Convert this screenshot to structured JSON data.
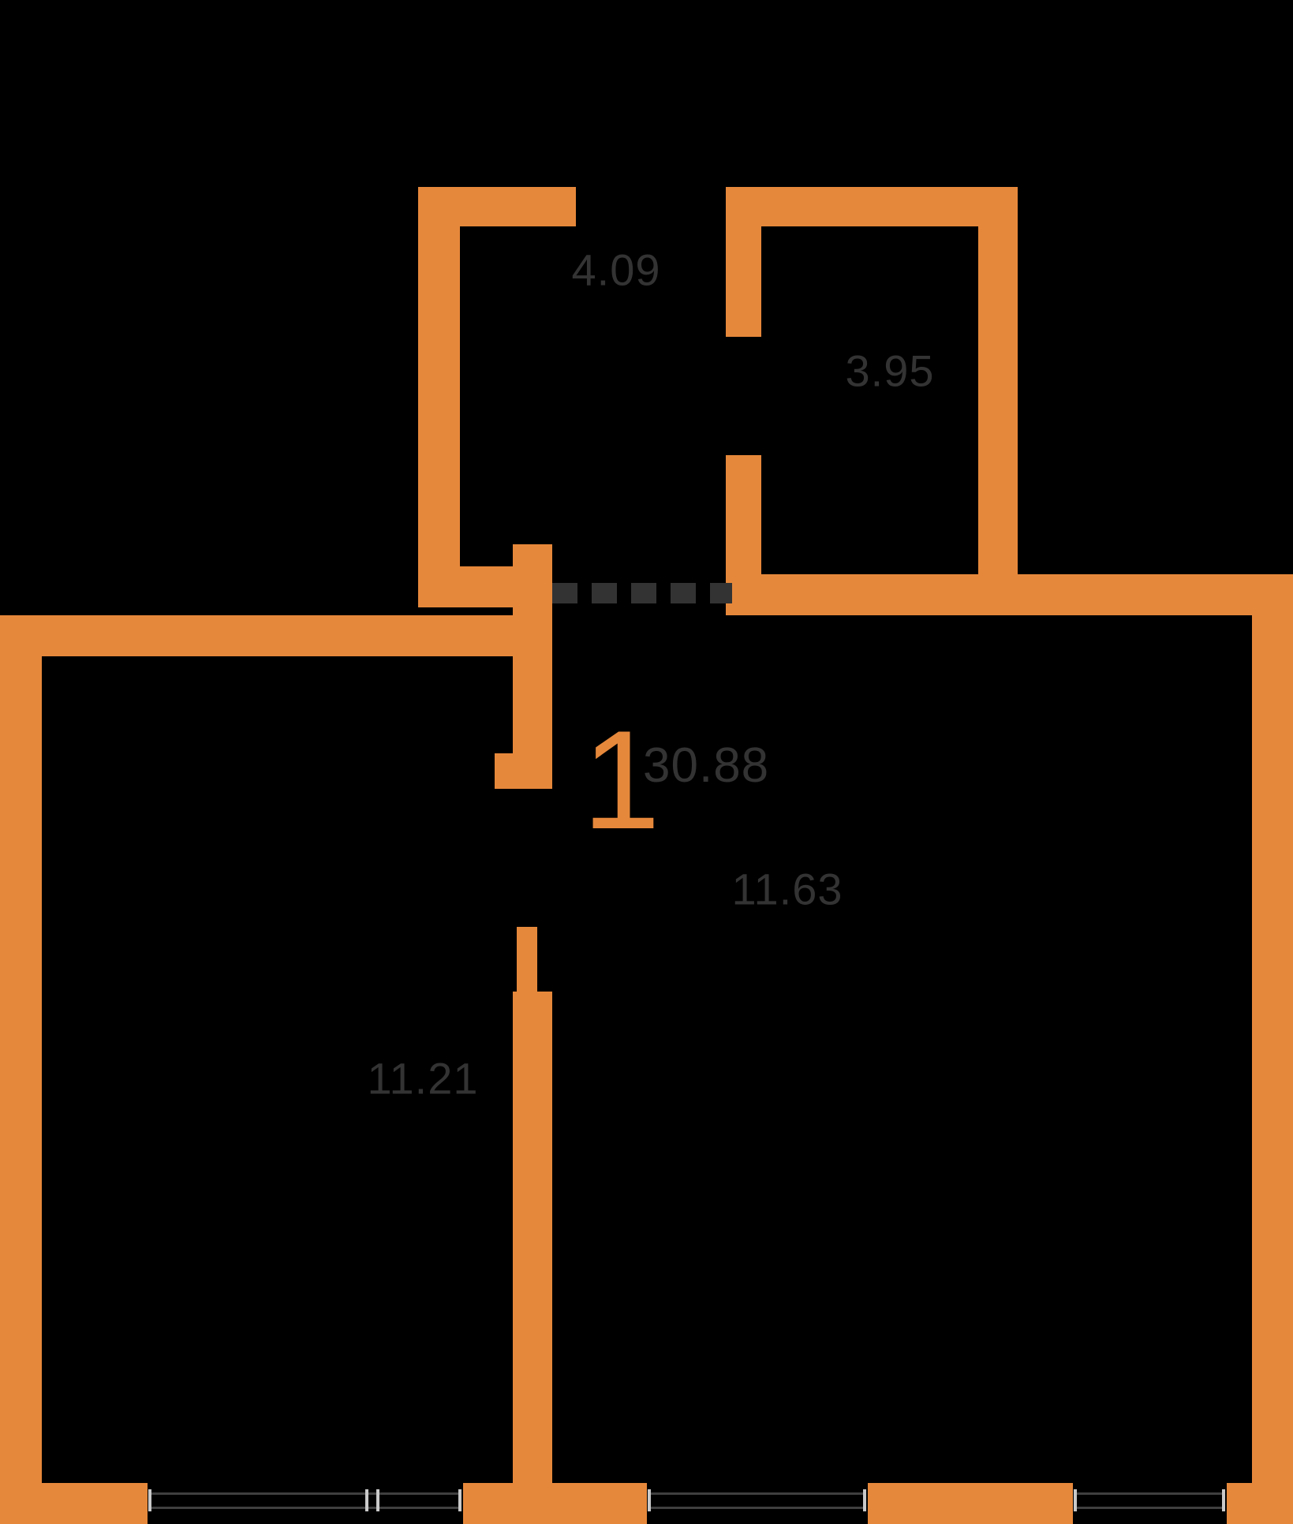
{
  "meta": {
    "type": "apartment-floor-plan"
  },
  "colors": {
    "background": "#000000",
    "wall": "#E6883B",
    "accent": "#E6883B",
    "label_text": "#333333",
    "dash": "#333333",
    "window_line": "#3f3f3f",
    "window_tick": "#c9c9c9"
  },
  "plan": {
    "rooms_count": "1",
    "total_area": "30.88",
    "areas": {
      "top_left": "4.09",
      "top_right": "3.95",
      "bottom_left": "11.21",
      "bottom_right": "11.63"
    }
  }
}
